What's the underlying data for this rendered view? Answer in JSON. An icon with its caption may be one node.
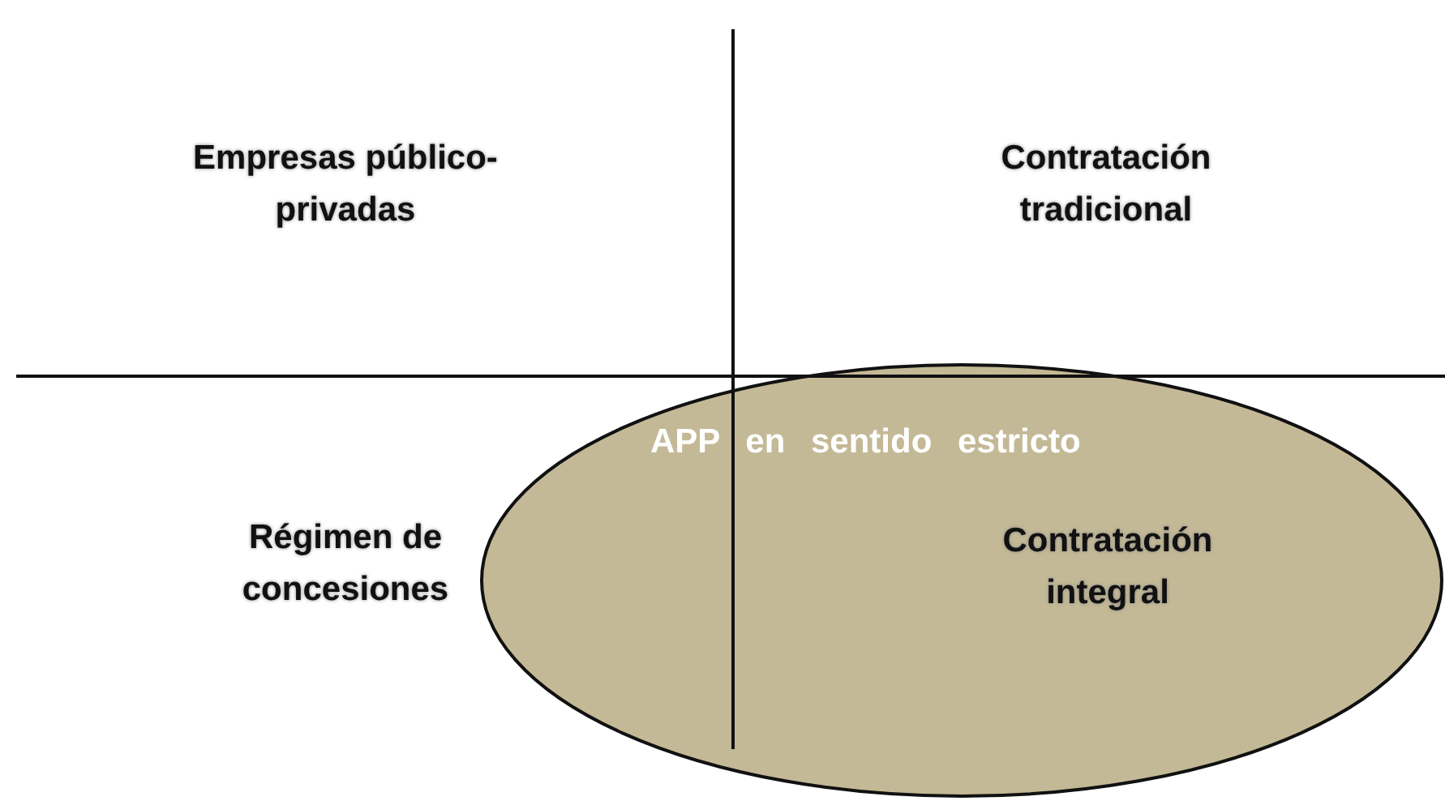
{
  "diagram": {
    "nodes": [
      {
        "text": [
          "APP en sentido estricto"
        ]
      }
    ],
    "labels": [
      "Empresas público-privadas",
      "Contratación tradicional",
      "Régimen de concesiones",
      "Contratación integral"
    ]
  }
}
